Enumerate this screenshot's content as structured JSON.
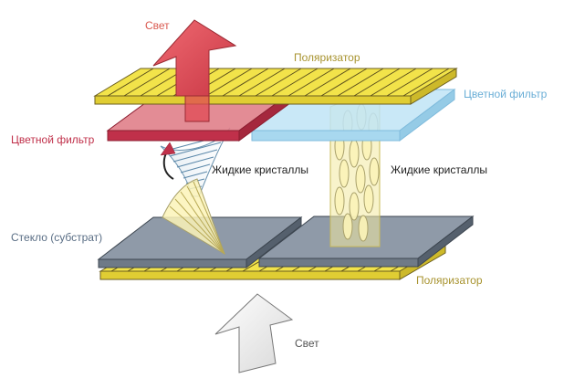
{
  "labels": {
    "light_top": "Свет",
    "polarizer_top": "Поляризатор",
    "color_filter_right": "Цветной фильтр",
    "color_filter_left": "Цветной фильтр",
    "liquid_crystals_left": "Жидкие кристаллы",
    "liquid_crystals_right": "Жидкие кристаллы",
    "glass_substrate": "Стекло (субстрат)",
    "polarizer_bottom": "Поляризатор",
    "light_bottom": "Свет"
  },
  "colors": {
    "light_top_label": "#d9594f",
    "polarizer_label": "#a8932f",
    "color_filter_right_label": "#6aaed6",
    "color_filter_left_label": "#c0304a",
    "glass_label": "#5a6e85",
    "dark_label": "#222222",
    "light_bottom_label": "#555555",
    "polarizer_fill": "#f2e34a",
    "polarizer_stripe": "#5a4e1c",
    "red_filter": "#d9525e",
    "blue_filter": "#bfe4f6",
    "glass_top": "#8f9aa8",
    "glass_side": "#55606d",
    "red_arrow": "#e04a54",
    "gray_arrow": "#eeeeee",
    "crystal_fill": "#fbf3b8"
  }
}
